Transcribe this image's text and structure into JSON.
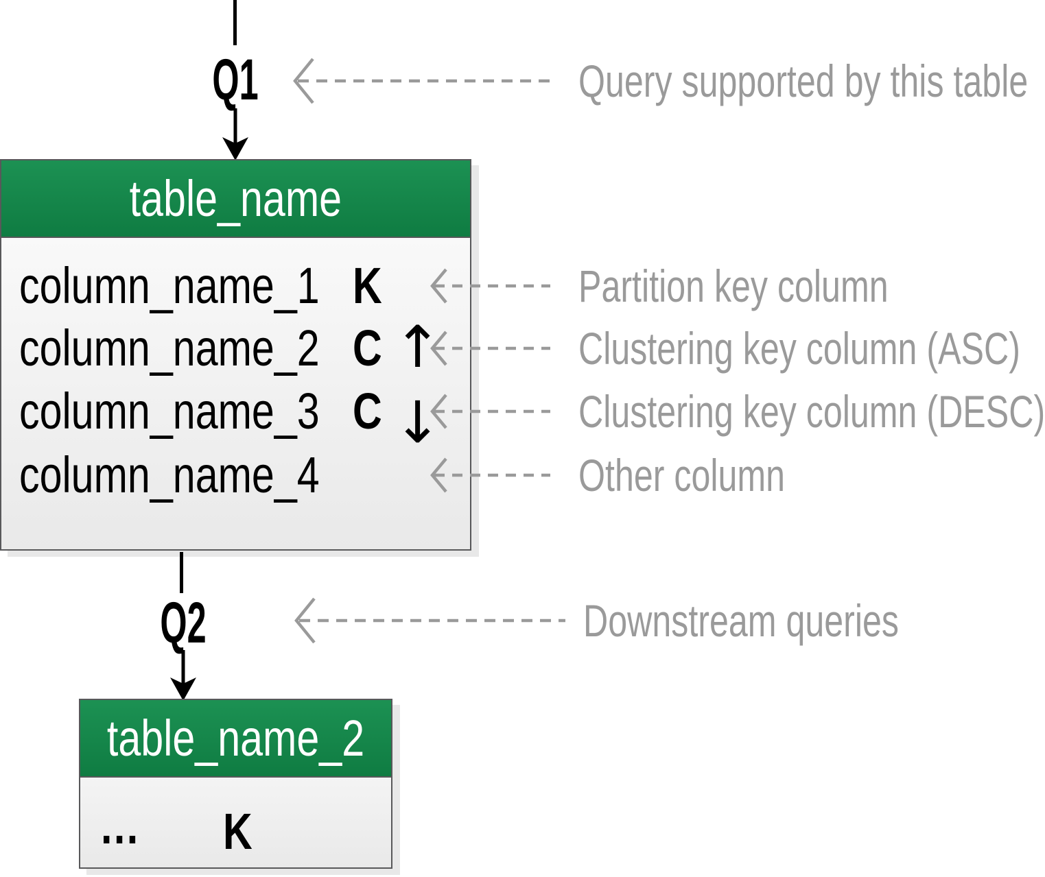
{
  "colors": {
    "header_green_top": "#1c9153",
    "header_green_bottom": "#0f7c42",
    "table_border": "#58585a",
    "body_top": "#fdfdfd",
    "body_bottom": "#e9e9e9",
    "annotation_gray": "#9a9a9a",
    "arrow_black": "#000000",
    "shadow": "#e8e8e8"
  },
  "q1": {
    "label": "Q1",
    "annotation": "Query supported by this table"
  },
  "q2": {
    "label": "Q2",
    "annotation": "Downstream queries"
  },
  "table1": {
    "title": "table_name",
    "rows": [
      {
        "name": "column_name_1",
        "key": "K",
        "dir": "",
        "annotation": "Partition key column"
      },
      {
        "name": "column_name_2",
        "key": "C",
        "dir": "↑",
        "annotation": "Clustering key column (ASC)"
      },
      {
        "name": "column_name_3",
        "key": "C",
        "dir": "↓",
        "annotation": "Clustering key column (DESC)"
      },
      {
        "name": "column_name_4",
        "key": "",
        "dir": "",
        "annotation": "Other column"
      }
    ]
  },
  "table2": {
    "title": "table_name_2",
    "rows": [
      {
        "name": "...",
        "key": "K"
      }
    ]
  },
  "icons": {
    "solid_arrow": "down-arrow",
    "dashed_arrow": "left-dashed-arrow"
  }
}
